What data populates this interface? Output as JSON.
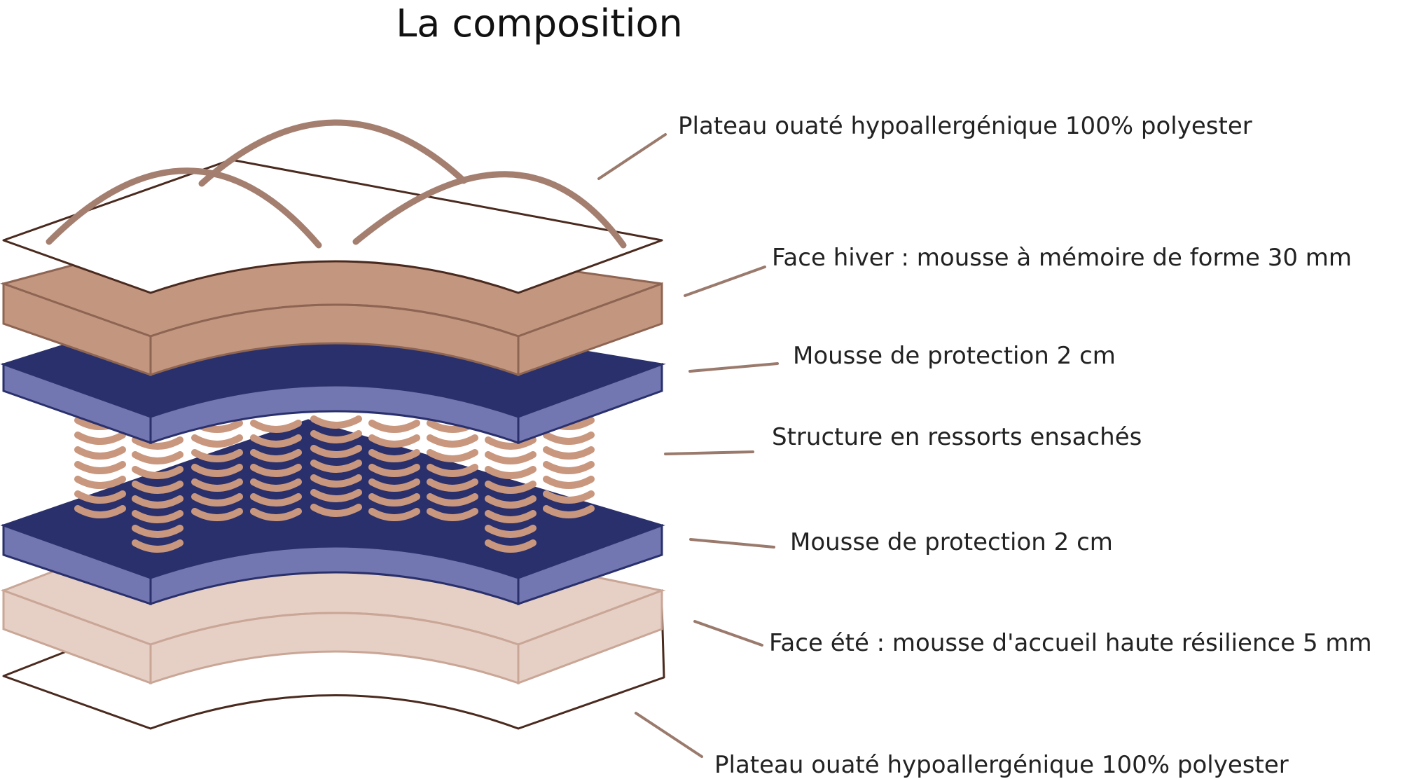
{
  "title": "La composition",
  "colors": {
    "outline": "#4a2a1e",
    "leader": "#9a7a6c",
    "memory_foam": "#c39680",
    "memory_foam_edge": "#8e6552",
    "navy_top": "#2a306b",
    "navy_side": "#7276b1",
    "spring": "#c9977e",
    "summer_foam": "#e6d0c6",
    "summer_foam_edge": "#c9a696",
    "pillow_arc": "#a47f70"
  },
  "layers": [
    {
      "id": "top-plateau",
      "label": "Plateau ouaté hypoallergénique 100% polyester"
    },
    {
      "id": "winter-face",
      "label": "Face hiver : mousse à mémoire de forme 30 mm"
    },
    {
      "id": "protection-top",
      "label": "Mousse de protection 2 cm"
    },
    {
      "id": "springs",
      "label": "Structure en ressorts ensachés"
    },
    {
      "id": "protection-bottom",
      "label": "Mousse de protection 2 cm"
    },
    {
      "id": "summer-face",
      "label": "Face été : mousse d'accueil haute résilience 5 mm"
    },
    {
      "id": "bottom-plateau",
      "label": "Plateau ouaté hypoallergénique 100% polyester"
    }
  ]
}
